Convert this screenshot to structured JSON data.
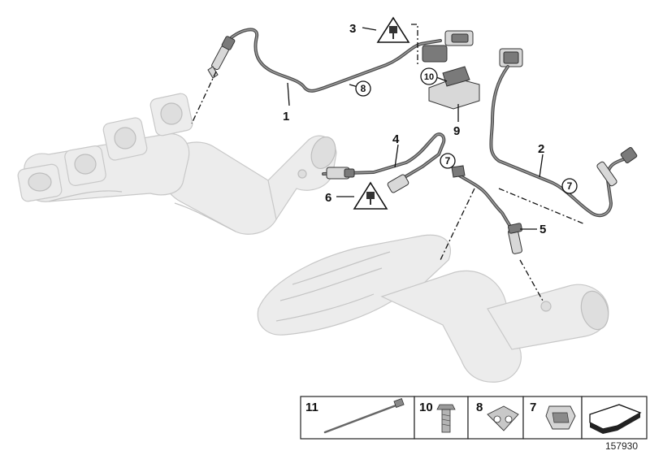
{
  "callouts": {
    "c1": "1",
    "c2": "2",
    "c3": "3",
    "c4": "4",
    "c5": "5",
    "c6": "6",
    "c9": "9"
  },
  "circled": {
    "ref_8": "8",
    "ref_10": "10",
    "ref_7a": "7",
    "ref_7b": "7"
  },
  "legend": {
    "items": [
      {
        "num": "11",
        "icon": "cable-tie-icon"
      },
      {
        "num": "10",
        "icon": "bolt-icon"
      },
      {
        "num": "8",
        "icon": "cable-holder-icon"
      },
      {
        "num": "7",
        "icon": "clip-icon"
      },
      {
        "num": "",
        "icon": "gasket-shim-icon"
      }
    ]
  },
  "diagram_id": "157930",
  "icons": {
    "warning": "warning-triangle-plug-icon"
  },
  "colors": {
    "ghost_fill": "#ececec",
    "part_dark": "#4a4a4a",
    "ink": "#111111"
  }
}
